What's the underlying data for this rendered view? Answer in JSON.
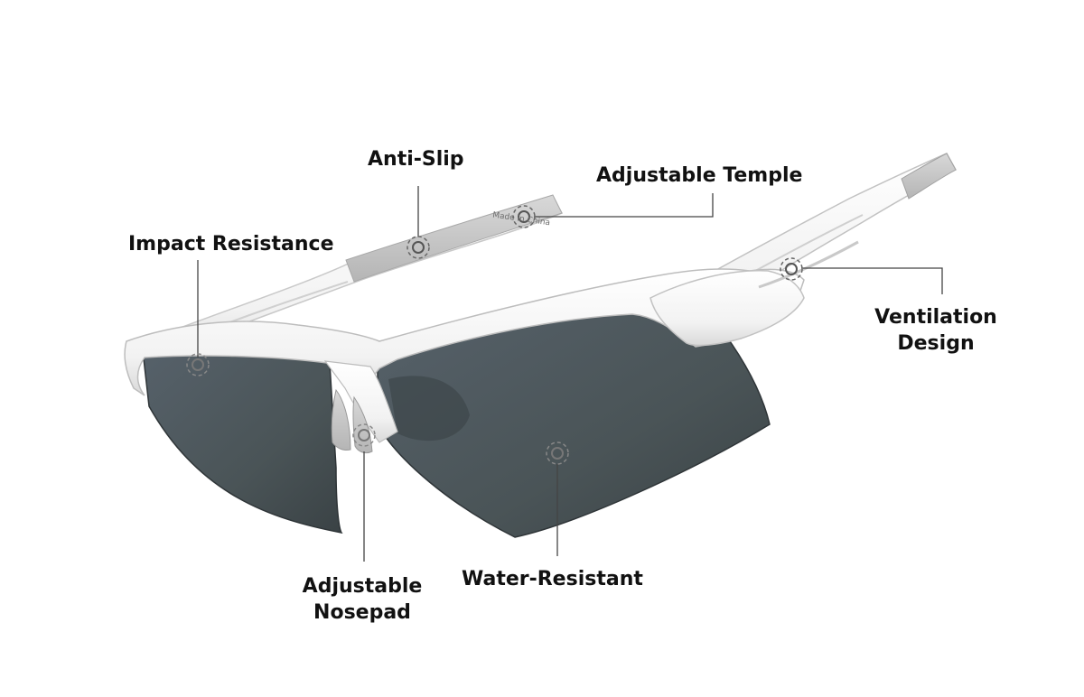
{
  "callouts": {
    "anti_slip": "Anti-Slip",
    "adjustable_temple": "Adjustable Temple",
    "impact_resistance": "Impact Resistance",
    "ventilation_design": [
      "Ventilation",
      "Design"
    ],
    "adjustable_nosepad": [
      "Adjustable",
      "Nosepad"
    ],
    "water_resistant": "Water-Resistant"
  },
  "temple_imprint": "Made in China",
  "colors": {
    "frame": "#f5f5f5",
    "frame_shadow": "#d8d8d8",
    "lens": "#4a5457",
    "rubber_grip": "#c4c4c4",
    "leader_line": "#444444",
    "text": "#111111"
  }
}
